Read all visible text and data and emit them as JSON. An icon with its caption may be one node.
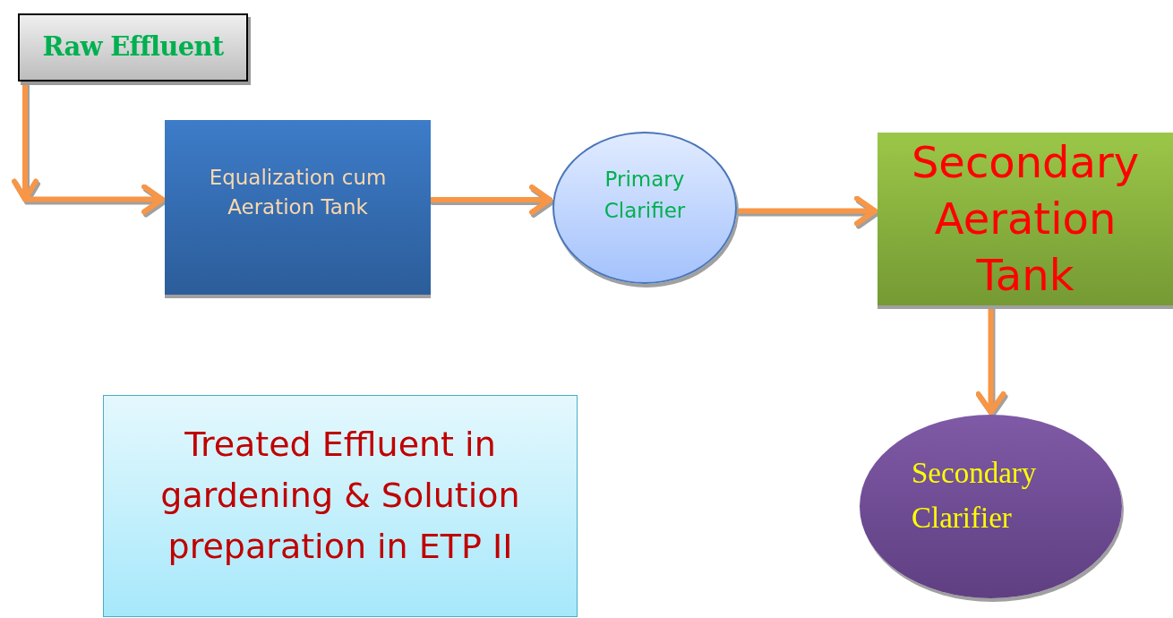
{
  "diagram": {
    "nodes": [
      {
        "text": [
          "Raw Effluent"
        ]
      },
      {
        "text": [
          "Equalization cum Aeration Tank"
        ]
      },
      {
        "text": [
          "Primary Clarifier"
        ]
      },
      {
        "text": [
          "Secondary Aeration Tank"
        ]
      },
      {
        "text": [
          "Treated Effluent in gardening & Solution preparation in ETP II"
        ]
      },
      {
        "text": [
          "Secondary Clarifier"
        ]
      }
    ],
    "edges": [
      {
        "from": 0,
        "to": 1,
        "arrow": "to"
      },
      {
        "from": 1,
        "to": 2,
        "arrow": "to"
      },
      {
        "from": 2,
        "to": 3,
        "arrow": "to"
      },
      {
        "from": 3,
        "to": 5,
        "arrow": "to"
      }
    ]
  }
}
